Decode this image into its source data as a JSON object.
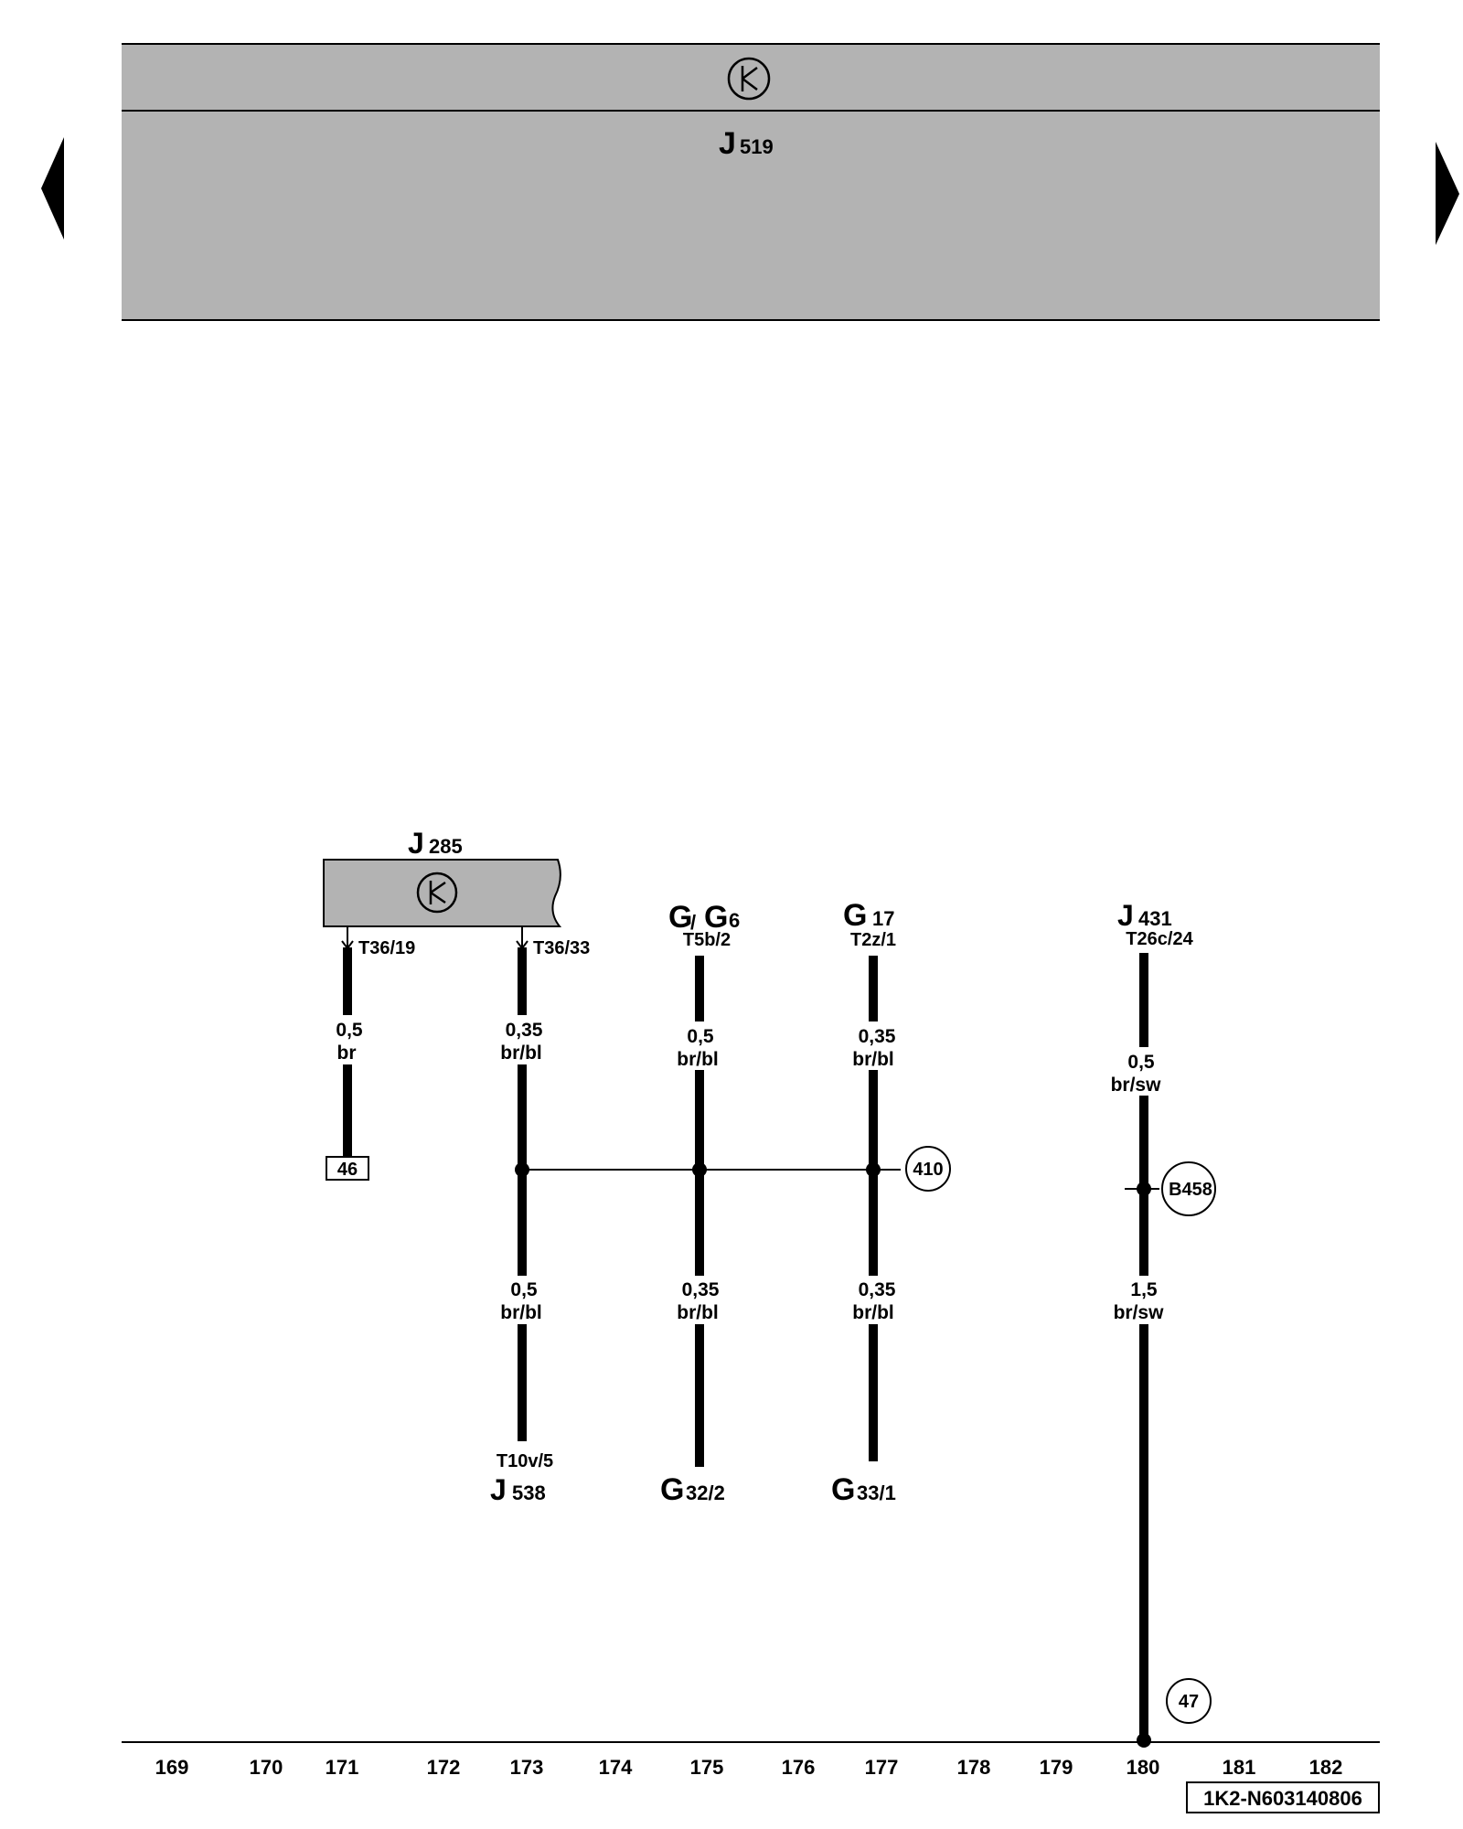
{
  "nav": {
    "prev_label": "",
    "next_label": ""
  },
  "module_top": {
    "name": "J",
    "sub": "519",
    "symbol": "control-unit-icon"
  },
  "module_j285": {
    "name": "J",
    "sub": "285",
    "symbol": "control-unit-icon"
  },
  "connectors": {
    "t36_19": "T36/19",
    "t36_33": "T36/33",
    "t5b_2": "T5b/2",
    "t2z_1": "T2z/1",
    "t26c_24": "T26c/24",
    "t10v_5": "T10v/5"
  },
  "components": {
    "g_g6": {
      "a": "G",
      "slash": "/",
      "b": "G",
      "sub": "6"
    },
    "g17": {
      "name": "G",
      "sub": "17"
    },
    "j431": {
      "name": "J",
      "sub": "431"
    },
    "j538": {
      "name": "J",
      "sub": "538"
    },
    "g32": {
      "name": "G",
      "sub": "32/2"
    },
    "g33": {
      "name": "G",
      "sub": "33/1"
    }
  },
  "wires": [
    {
      "id": "w171",
      "size": "0,5",
      "color": "br"
    },
    {
      "id": "w173_top",
      "size": "0,35",
      "color": "br/bl"
    },
    {
      "id": "w175_top",
      "size": "0,5",
      "color": "br/bl"
    },
    {
      "id": "w177_top",
      "size": "0,35",
      "color": "br/bl"
    },
    {
      "id": "w180_top",
      "size": "0,5",
      "color": "br/sw"
    },
    {
      "id": "w173_bot",
      "size": "0,5",
      "color": "br/bl"
    },
    {
      "id": "w175_bot",
      "size": "0,35",
      "color": "br/bl"
    },
    {
      "id": "w177_bot",
      "size": "0,35",
      "color": "br/bl"
    },
    {
      "id": "w180_bot",
      "size": "1,5",
      "color": "br/sw"
    }
  ],
  "references": {
    "box_46": "46",
    "circle_410": "410",
    "circle_b458": "B458",
    "circle_47": "47"
  },
  "track_numbers": [
    "169",
    "170",
    "171",
    "172",
    "173",
    "174",
    "175",
    "176",
    "177",
    "178",
    "179",
    "180",
    "181",
    "182"
  ],
  "doc_id": "1K2-N603140806",
  "colors": {
    "module_fill": "#b3b3b3",
    "line": "#000000",
    "background": "#ffffff"
  }
}
